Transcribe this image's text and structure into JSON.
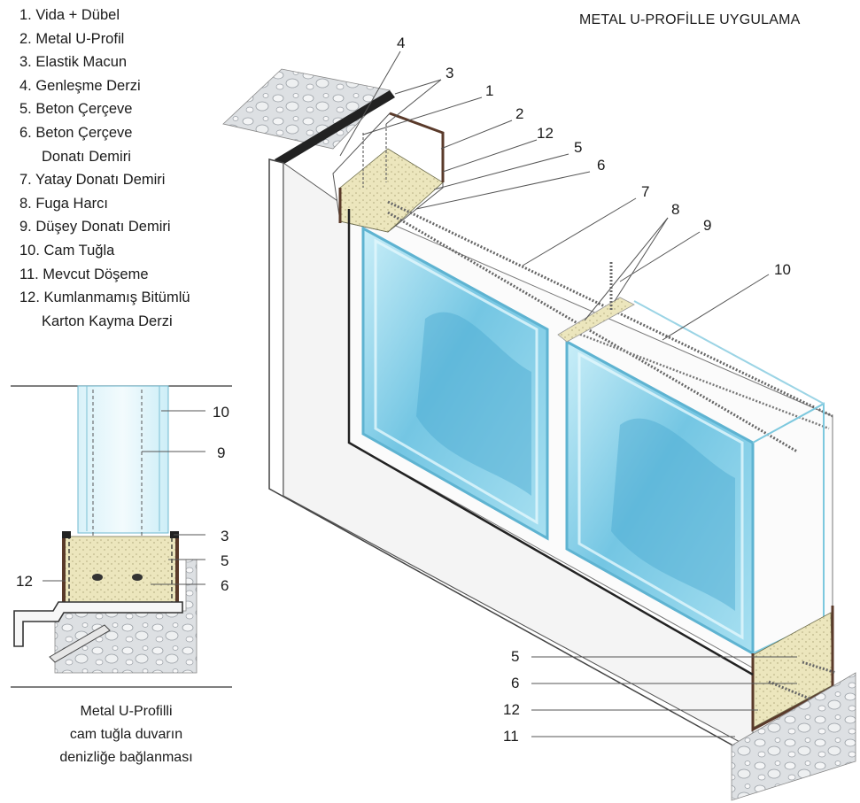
{
  "title": "METAL U-PROFİLLE UYGULAMA",
  "legend": [
    "1. Vida + Dübel",
    "2. Metal U-Profil",
    "3. Elastik Macun",
    "4. Genleşme Derzi",
    "5. Beton Çerçeve",
    "6. Beton Çerçeve",
    "Donatı Demiri",
    "7. Yatay Donatı Demiri",
    "8. Fuga Harcı",
    "9. Düşey Donatı Demiri",
    "10. Cam Tuğla",
    "11. Mevcut Döşeme",
    "12. Kumlanmamış Bitümlü",
    "Karton Kayma Derzi"
  ],
  "caption": [
    "Metal U-Profilli",
    "cam tuğla duvarın",
    "denizliğe bağlanması"
  ],
  "section_labels": [
    "10",
    "9",
    "3",
    "5",
    "6",
    "12"
  ],
  "main_labels": [
    "4",
    "3",
    "1",
    "2",
    "12",
    "5",
    "6",
    "7",
    "8",
    "9",
    "10",
    "5",
    "6",
    "12",
    "11"
  ],
  "colors": {
    "glass": "#8fd3ea",
    "glass_light": "#d8f1f8",
    "glass_dark": "#3aa6cc",
    "concrete": "#e8e2b8",
    "profile": "#5a3a2a",
    "wall": "#f1f1f1",
    "stone": "#c9ccd0"
  }
}
